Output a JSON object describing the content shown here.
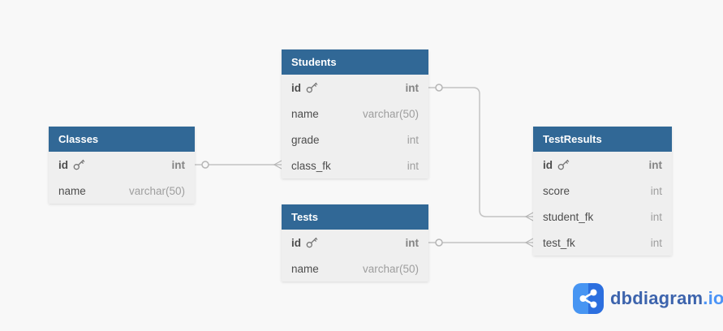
{
  "app": {
    "name": "dbdiagram.io database diagram"
  },
  "theme": {
    "canvas_bg": "#f8f8f8",
    "table_header_bg": "#316896",
    "table_header_text": "#ffffff",
    "table_row_bg": "#efefef",
    "field_name_color": "#4d4d4d",
    "field_type_color": "#9e9e9e",
    "relationship_line_color": "#c2c2c2",
    "logo_brand_color": "#3d64ad",
    "logo_suffix_color": "#4b94f7",
    "logo_icon_colors": [
      "#4795f2",
      "#2c6fdf"
    ]
  },
  "tables": [
    {
      "name": "Students",
      "fields": [
        {
          "name": "id",
          "type": "int",
          "pk": true
        },
        {
          "name": "name",
          "type": "varchar(50)",
          "pk": false
        },
        {
          "name": "grade",
          "type": "int",
          "pk": false
        },
        {
          "name": "class_fk",
          "type": "int",
          "pk": false
        }
      ]
    },
    {
      "name": "Classes",
      "fields": [
        {
          "name": "id",
          "type": "int",
          "pk": true
        },
        {
          "name": "name",
          "type": "varchar(50)",
          "pk": false
        }
      ]
    },
    {
      "name": "Tests",
      "fields": [
        {
          "name": "id",
          "type": "int",
          "pk": true
        },
        {
          "name": "name",
          "type": "varchar(50)",
          "pk": false
        }
      ]
    },
    {
      "name": "TestResults",
      "fields": [
        {
          "name": "id",
          "type": "int",
          "pk": true
        },
        {
          "name": "score",
          "type": "int",
          "pk": false
        },
        {
          "name": "student_fk",
          "type": "int",
          "pk": false
        },
        {
          "name": "test_fk",
          "type": "int",
          "pk": false
        }
      ]
    }
  ],
  "relationships": [
    {
      "from": "Classes.id",
      "to": "Students.class_fk",
      "from_end": "one",
      "to_end": "many"
    },
    {
      "from": "Students.id",
      "to": "TestResults.student_fk",
      "from_end": "one",
      "to_end": "many"
    },
    {
      "from": "Tests.id",
      "to": "TestResults.test_fk",
      "from_end": "one",
      "to_end": "many"
    }
  ],
  "icons": {
    "primary_key": "key-icon",
    "logo": "share-icon",
    "one_end": "ring",
    "many_end": "chevron"
  },
  "logo": {
    "brand": "dbdiagram",
    "suffix": ".io"
  }
}
